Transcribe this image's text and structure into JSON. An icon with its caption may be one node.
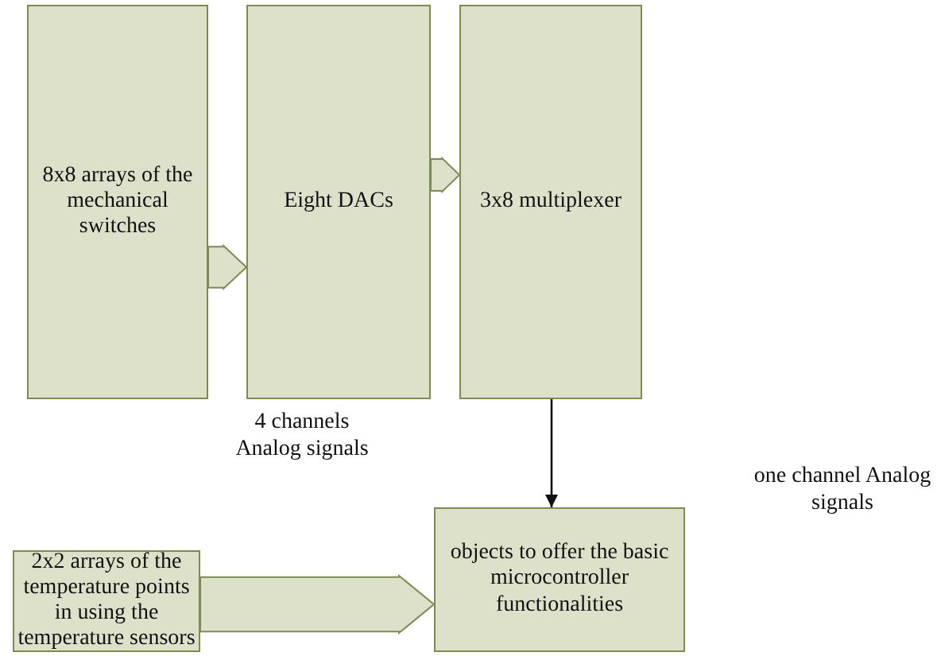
{
  "diagram": {
    "nodes": [
      {
        "text": [
          "8x8 arrays of the mechanical switches"
        ]
      },
      {
        "text": [
          "Eight DACs"
        ]
      },
      {
        "text": [
          "3x8 multiplexer"
        ]
      },
      {
        "text": [
          "2x2 arrays of the temperature points in using the temperature sensors"
        ]
      },
      {
        "text": [
          "objects to offer the basic microcontroller functionalities"
        ]
      }
    ],
    "edges": [
      {
        "from": 0,
        "to": 1,
        "arrow": "to",
        "style": "thick"
      },
      {
        "from": 1,
        "to": 2,
        "arrow": "to",
        "style": "thick"
      },
      {
        "from": 2,
        "to": 4,
        "arrow": "to"
      },
      {
        "from": 3,
        "to": 4,
        "arrow": "to",
        "style": "thick"
      }
    ],
    "labels": [
      "4 channels Analog signals",
      "one channel Analog signals"
    ]
  }
}
